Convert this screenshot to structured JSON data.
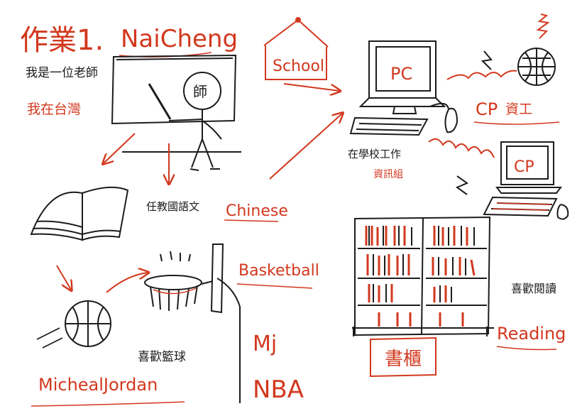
{
  "colors": {
    "ink": "#1c1c1c",
    "red": "#d2381e"
  },
  "title": {
    "prefix": "作業1.",
    "name": "NaiCheng"
  },
  "intro": {
    "line1": "我是一位老師",
    "line2": "我在台灣"
  },
  "board": {
    "teacher_label": "師"
  },
  "school": {
    "label": "School"
  },
  "computers": {
    "main_label": "PC",
    "second_label": "CP",
    "cp_text": "CP",
    "cp_desc": "資工",
    "school_work_label": "在學校工作",
    "school_work_label_sub": "資訊組"
  },
  "teaching": {
    "label": "任教國語文",
    "english": "Chinese"
  },
  "basketball": {
    "label": "Basketball",
    "like_label": "喜歡籃球",
    "mj": "Mj",
    "nba": "NBA",
    "name": "MichealJordan"
  },
  "reading": {
    "bookcase_label": "書櫃",
    "like_label": "喜歡閱讀",
    "english": "Reading"
  }
}
